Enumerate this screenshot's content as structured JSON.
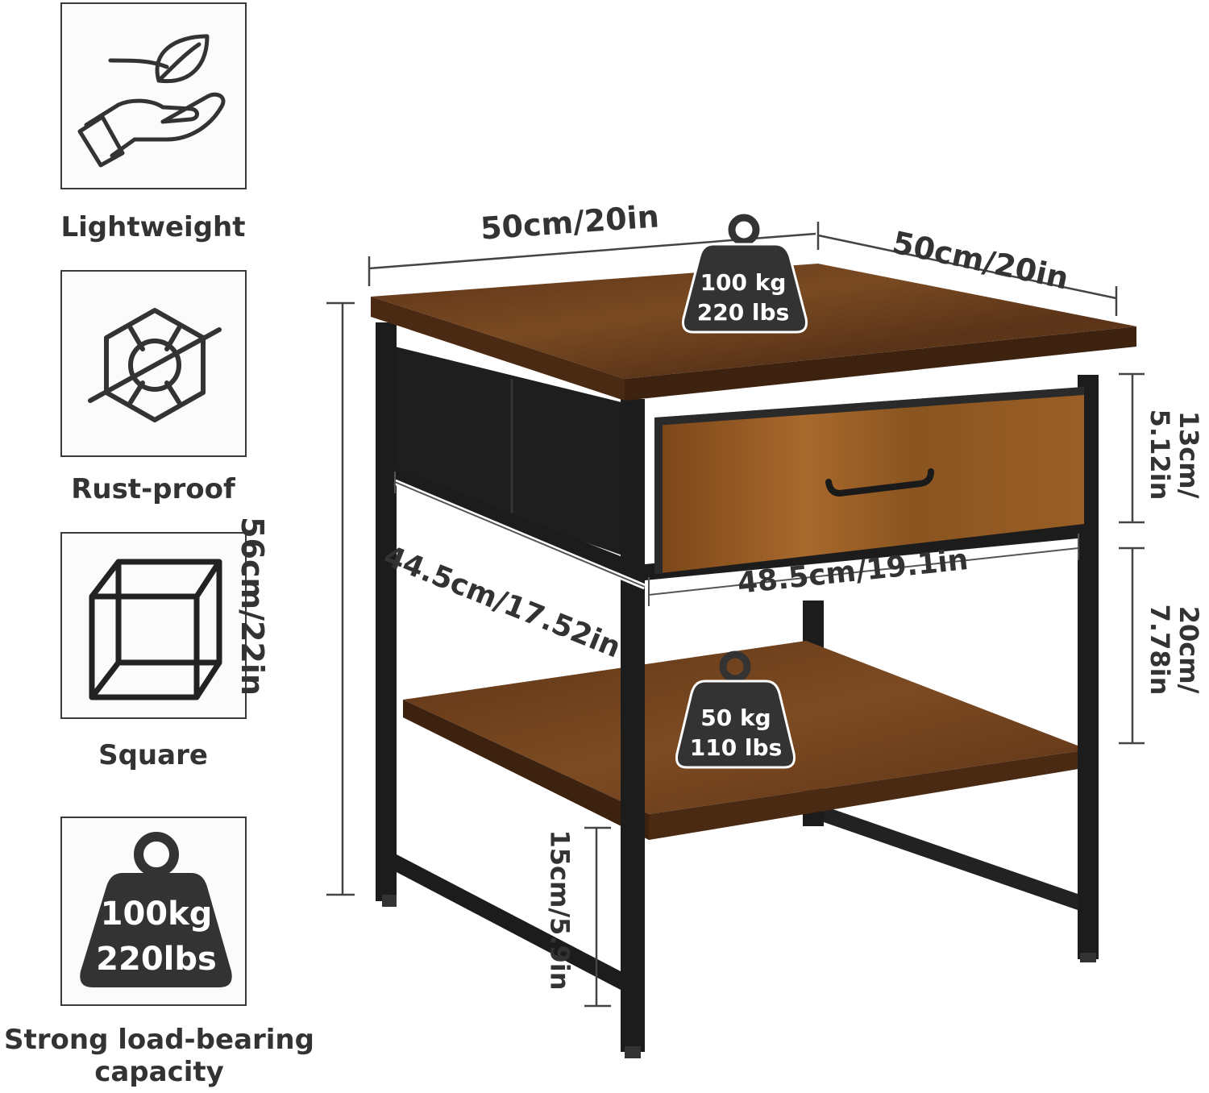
{
  "features": [
    {
      "label": "Lightweight",
      "icon": "leaf-in-hand-icon"
    },
    {
      "label": "Rust-proof",
      "icon": "crossed-out-nut-icon"
    },
    {
      "label": "Square",
      "icon": "cube-icon"
    },
    {
      "label": "Strong load-bearing capacity",
      "icon": "weight-icon",
      "weight_line1": "100kg",
      "weight_line2": "220lbs"
    }
  ],
  "dimensions": {
    "top_width": "50cm/20in",
    "top_depth": "50cm/20in",
    "height": "56cm/22in",
    "drawer_height": "13cm/ 5.12in",
    "shelf_gap": "20cm/ 7.78in",
    "inner_depth": "44.5cm/17.52in",
    "inner_width": "48.5cm/19.1in",
    "bottom_clearance": "15cm/5.9in"
  },
  "loads": {
    "top": {
      "line1": "100 kg",
      "line2": "220 lbs"
    },
    "shelf": {
      "line1": "50 kg",
      "line2": "110 lbs"
    }
  },
  "colors": {
    "wood": "#6b3d1c",
    "wood_light": "#8a5a2e",
    "frame": "#1c1c1c",
    "weight": "#333333"
  }
}
